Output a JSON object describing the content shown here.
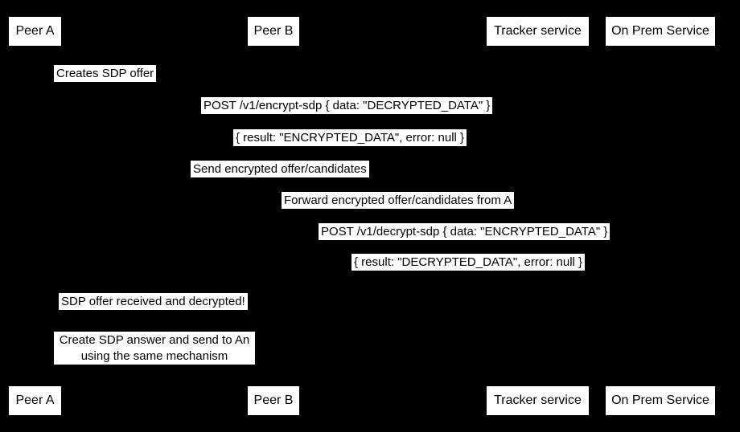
{
  "diagram_type": "sequence-diagram",
  "colors": {
    "background": "#000000",
    "box_fill": "#ffffff",
    "text": "#000000"
  },
  "participants": [
    {
      "label": "Peer A"
    },
    {
      "label": "Peer B"
    },
    {
      "label": "Tracker service"
    },
    {
      "label": "On Prem Service"
    }
  ],
  "messages": [
    {
      "label": "Creates SDP offer"
    },
    {
      "label": "POST /v1/encrypt-sdp { data: \"DECRYPTED_DATA\" }"
    },
    {
      "label": "{ result: \"ENCRYPTED_DATA\", error: null }"
    },
    {
      "label": "Send encrypted offer/candidates"
    },
    {
      "label": "Forward encrypted offer/candidates from A"
    },
    {
      "label": "POST /v1/decrypt-sdp { data: \"ENCRYPTED_DATA\" }"
    },
    {
      "label": "{ result: \"DECRYPTED_DATA\", error: null }"
    },
    {
      "label": "SDP offer received and decrypted!"
    }
  ],
  "note": {
    "lines": [
      "Create SDP answer and send to An",
      "using the same mechanism"
    ]
  }
}
